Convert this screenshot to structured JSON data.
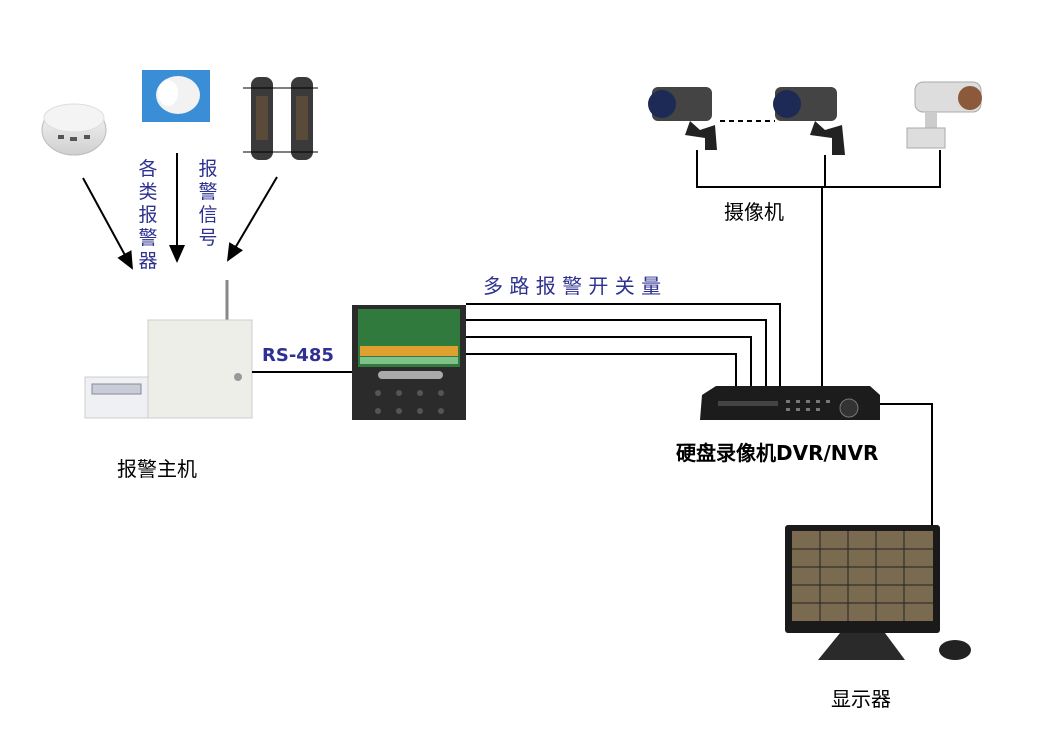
{
  "labels": {
    "detectors_vertical": "各类报警器",
    "signal_vertical": "报警信号",
    "alarm_host": "报警主机",
    "rs485": "RS-485",
    "multi_switch": "多 路 报 警 开 关 量",
    "cameras": "摄像机",
    "dvr": "硬盘录像机DVR/NVR",
    "monitor": "显示器"
  },
  "colors": {
    "accent_text": "#2e3191",
    "line": "#000000"
  }
}
